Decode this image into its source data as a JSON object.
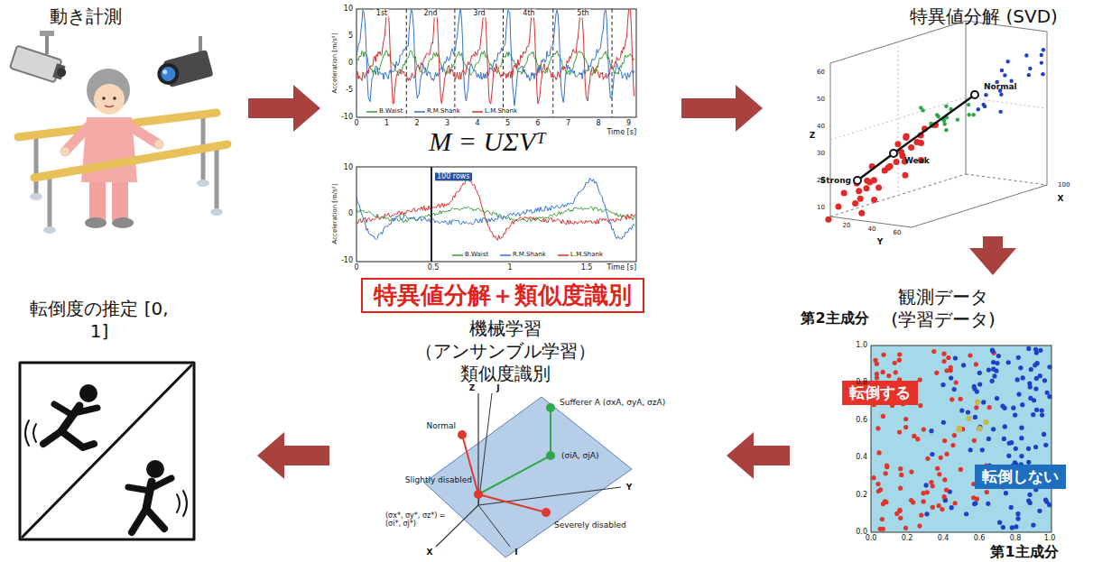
{
  "diagram": {
    "nodes": [
      {
        "text": [
          "動き計測"
        ]
      },
      {
        "text": [
          "M = UΣVᵀ"
        ]
      },
      {
        "text": [
          "特異値分解 (SVD)"
        ]
      },
      {
        "text": [
          "特異値分解＋類似度識別"
        ]
      },
      {
        "text": [
          "転倒度の推定 [0, 1]"
        ]
      },
      {
        "text": [
          "機械学習 （アンサンブル学習） 類似度識別"
        ]
      },
      {
        "text": [
          "観測データ (学習データ)"
        ]
      },
      {
        "text": [
          "転倒する"
        ],
        "in": 6
      },
      {
        "text": [
          "転倒しない"
        ],
        "in": 6
      }
    ],
    "edges": [
      {
        "from": 0,
        "to": 1,
        "arrow": "to"
      },
      {
        "from": 1,
        "to": 2,
        "arrow": "to"
      },
      {
        "from": 2,
        "to": 6,
        "arrow": "to"
      },
      {
        "from": 6,
        "to": 5,
        "arrow": "to"
      },
      {
        "from": 5,
        "to": 4,
        "arrow": "to"
      }
    ],
    "labels": [
      "1st",
      "2nd",
      "3rd",
      "4th",
      "5th",
      "10",
      "5",
      "0",
      "-5",
      "-10",
      "Acceleration [m/s²]",
      "0",
      "1",
      "2",
      "3",
      "4",
      "5",
      "6",
      "7",
      "8",
      "9",
      "Time [s]",
      "100 rows",
      "10",
      "0",
      "-10",
      "Acceleration [m/s²]",
      "0",
      "0.5",
      "1",
      "1.5",
      "Time [s]",
      "Normal",
      "Weak",
      "Strong",
      "Z",
      "Y",
      "X",
      "60",
      "50",
      "40",
      "30",
      "20",
      "10",
      "20",
      "40",
      "60",
      "100",
      "第2主成分",
      "1.0",
      "0.8",
      "0.6",
      "0.4",
      "0.2",
      "0.0",
      "0.0",
      "0.2",
      "0.4",
      "0.6",
      "0.8",
      "1.0",
      "第1主成分",
      "Z",
      "J",
      "Sufferer A (σxA, σyA, σzA)",
      "Normal",
      "(σiA, σjA)",
      "Slightly disabled",
      "(σx*, σy*, σz*) =(σi*, σj*)",
      "Severely disabled",
      "Y",
      "X",
      "I"
    ],
    "legend": [
      {
        "text": "B.Waist"
      },
      {
        "text": "R.M.Shank"
      },
      {
        "text": "L.M.Shank"
      },
      {
        "text": "B.Waist"
      },
      {
        "text": "R.M.Shank"
      },
      {
        "text": "L.M.Shank"
      }
    ]
  }
}
